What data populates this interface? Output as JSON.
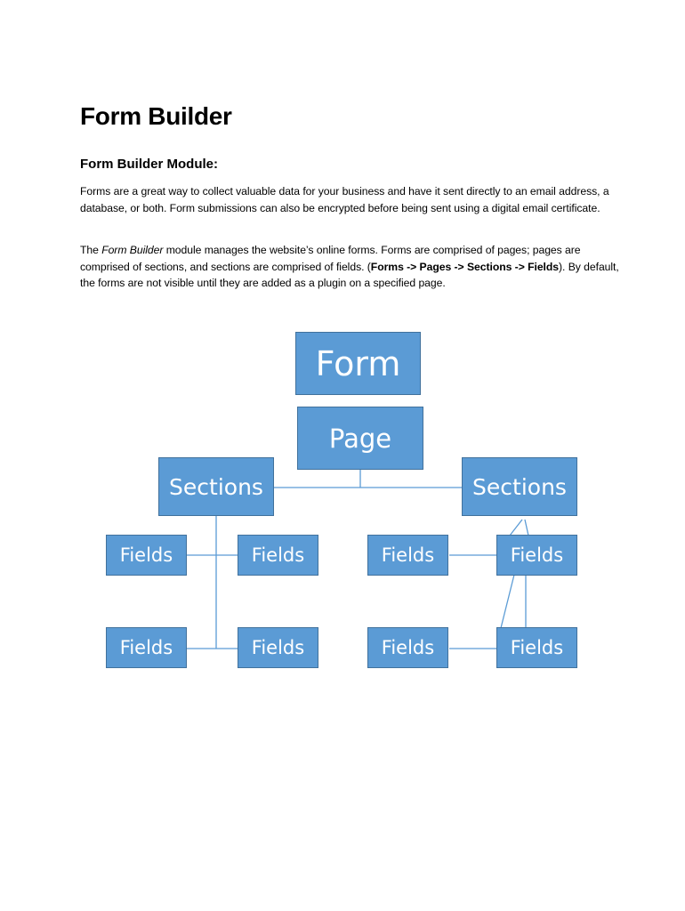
{
  "document": {
    "title": "Form Builder",
    "subtitle": "Form Builder Module:",
    "paragraph1": "Forms are a great way to collect valuable data for your business and have it sent directly to an email address, a database, or both. Form submissions can also be encrypted before being sent using a digital email certificate.",
    "paragraph2": {
      "p1": "The ",
      "italic": "Form Builder",
      "p2": " module manages the website’s online forms. Forms are comprised of pages; pages are comprised of sections, and sections are comprised of fields. (",
      "bold": "Forms -> Pages -> Sections -> Fields",
      "p3": ").  By default, the forms are not visible until they are added as a plugin on a specified page."
    }
  },
  "diagram": {
    "form": "Form",
    "page": "Page",
    "sections": [
      "Sections",
      "Sections"
    ],
    "fields": [
      "Fields",
      "Fields",
      "Fields",
      "Fields",
      "Fields",
      "Fields",
      "Fields",
      "Fields"
    ],
    "colors": {
      "box_fill": "#5b9bd5",
      "box_border": "#41719c",
      "connector": "#5b9bd5"
    }
  }
}
